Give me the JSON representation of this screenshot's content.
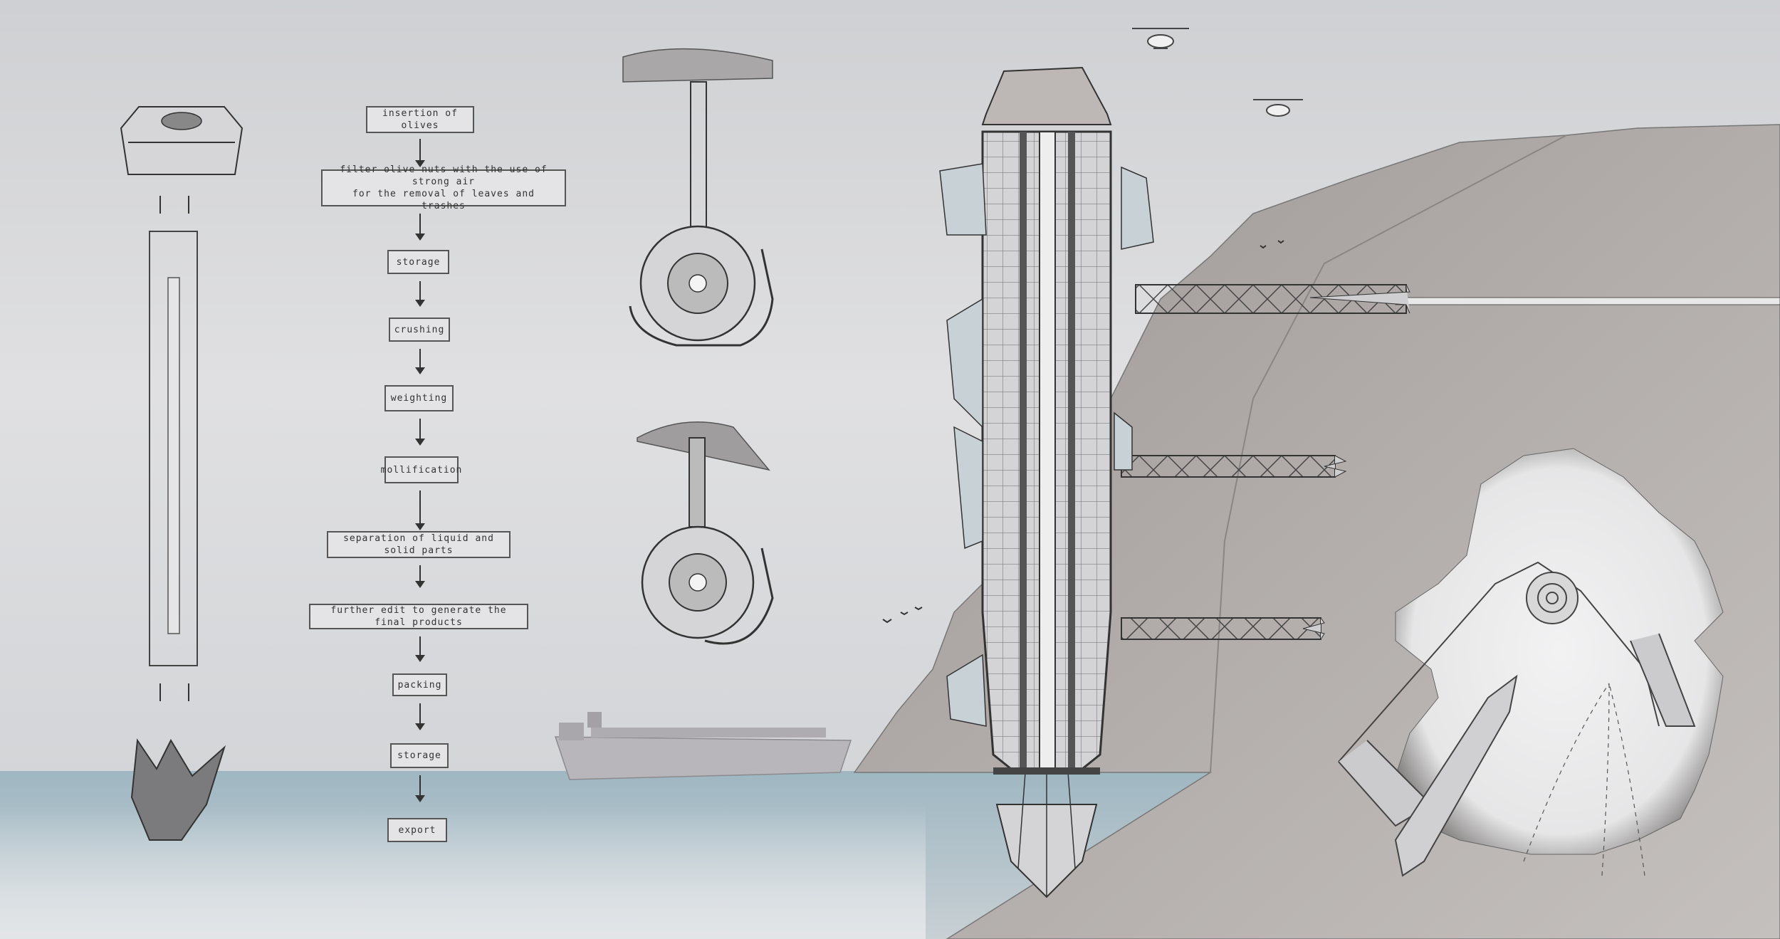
{
  "process_flow": {
    "steps": [
      "insertion of olives",
      "filter olive nuts with the use of strong air\nfor the removal of leaves and trashes",
      "storage",
      "crushing",
      "weighting",
      "mollification",
      "separation of liquid and solid parts",
      "further edit to generate the final products",
      "packing",
      "storage",
      "export"
    ]
  },
  "colors": {
    "sky": "#d6d7d9",
    "sea": "#a9bcc5",
    "cliff": "#a6a19f",
    "tower": "#c9c9cb",
    "line": "#333333"
  },
  "icons": [
    "helicopter-icon",
    "cargo-ship-icon",
    "bird-icon",
    "truss-bridge-icon"
  ]
}
